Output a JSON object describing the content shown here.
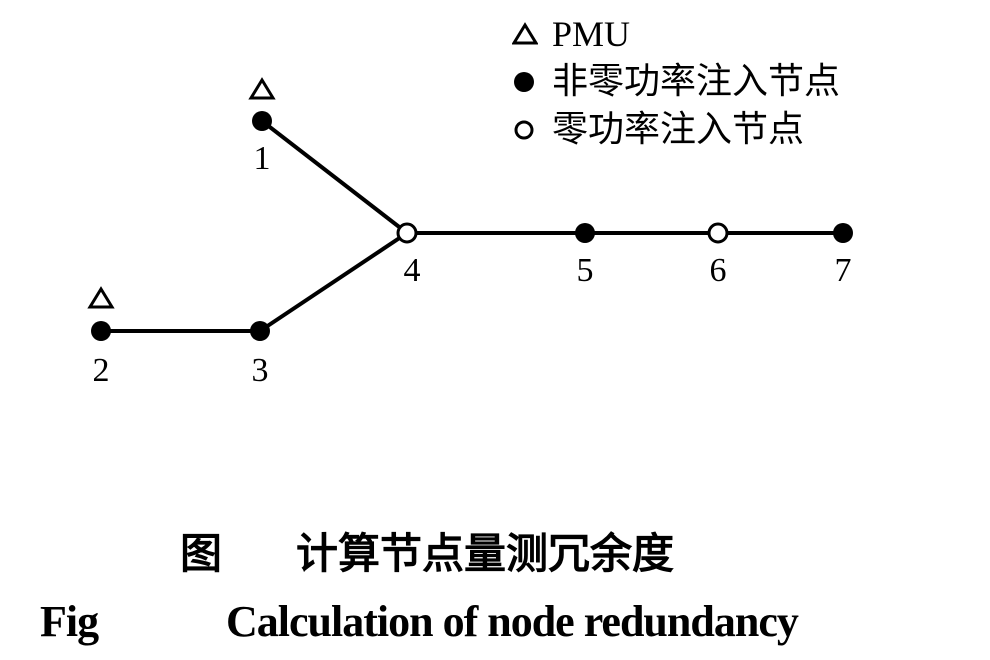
{
  "legend": {
    "items": [
      {
        "symbol": "triangle-outline",
        "label": "PMU"
      },
      {
        "symbol": "filled-circle",
        "label": "非零功率注入节点"
      },
      {
        "symbol": "hollow-circle",
        "label": "零功率注入节点"
      }
    ]
  },
  "nodes": [
    {
      "id": "1",
      "label": "1",
      "type": "non-zero-injection",
      "pmu": true
    },
    {
      "id": "2",
      "label": "2",
      "type": "non-zero-injection",
      "pmu": true
    },
    {
      "id": "3",
      "label": "3",
      "type": "non-zero-injection",
      "pmu": false
    },
    {
      "id": "4",
      "label": "4",
      "type": "zero-injection",
      "pmu": false
    },
    {
      "id": "5",
      "label": "5",
      "type": "non-zero-injection",
      "pmu": false
    },
    {
      "id": "6",
      "label": "6",
      "type": "zero-injection",
      "pmu": false
    },
    {
      "id": "7",
      "label": "7",
      "type": "non-zero-injection",
      "pmu": false
    }
  ],
  "edges": [
    [
      "1",
      "4"
    ],
    [
      "2",
      "3"
    ],
    [
      "3",
      "4"
    ],
    [
      "4",
      "5"
    ],
    [
      "5",
      "6"
    ],
    [
      "6",
      "7"
    ]
  ],
  "caption": {
    "cn_prefix": "图",
    "cn_title": "计算节点量测冗余度",
    "en_prefix": "Fig",
    "en_title": "Calculation of node redundancy"
  }
}
